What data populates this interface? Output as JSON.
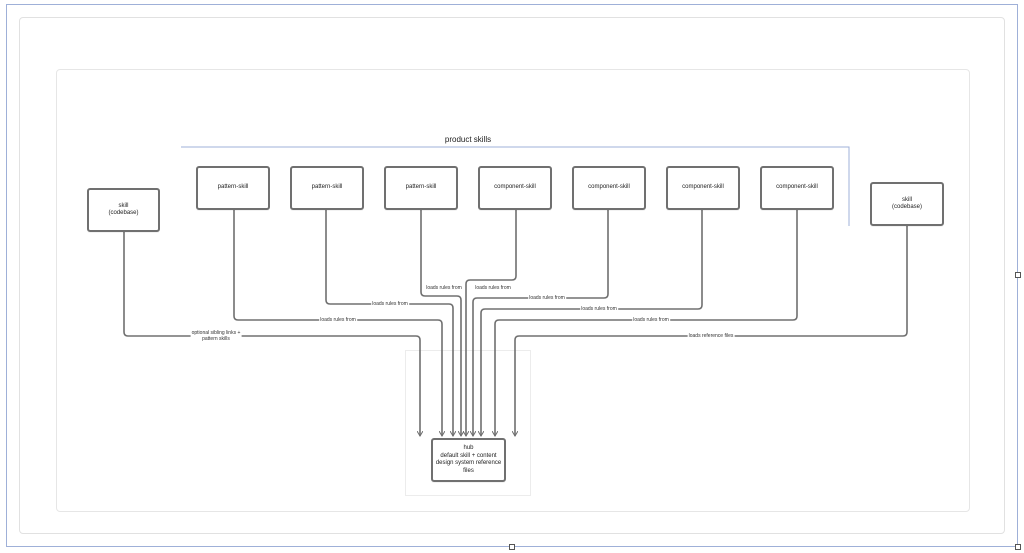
{
  "group": {
    "title": "product skills"
  },
  "nodes": {
    "skill_left": "skill\n(codebase)",
    "pattern_1": "pattern-skill",
    "pattern_2": "pattern-skill",
    "pattern_3": "pattern-skill",
    "component_1": "component-skill",
    "component_2": "component-skill",
    "component_3": "component-skill",
    "component_4": "component-skill",
    "skill_right": "skill\n(codebase)",
    "hub": "hub\ndefault skill + content\ndesign system reference\nfiles"
  },
  "edges": {
    "skill_left": "optional sibling links +\npattern skills",
    "pattern_1": "loads rules from",
    "pattern_2": "loads rules from",
    "pattern_3": "loads rules from",
    "component_1": "loads rules from",
    "component_2": "loads rules from",
    "component_3": "loads rules from",
    "component_4": "loads rules from",
    "skill_right": "loads reference files"
  },
  "colors": {
    "stroke": "#707070",
    "group_line": "#9fb0d8"
  }
}
